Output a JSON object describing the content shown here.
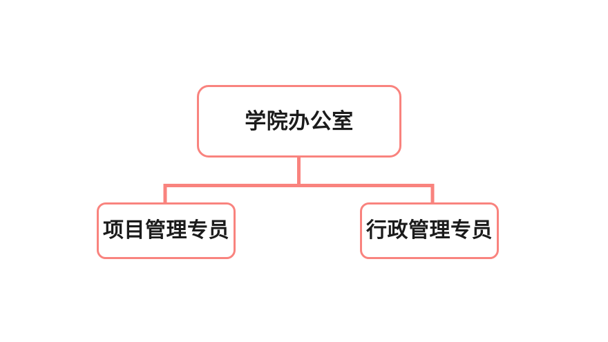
{
  "diagram": {
    "type": "org-chart",
    "title": "",
    "background_color": "#ffffff",
    "node_border_color": "#f9837e",
    "node_fill_color": "#ffffff",
    "connector_color": "#f9837e",
    "text_color": "#1b1b1b",
    "root": {
      "label": "学院办公室",
      "children": [
        {
          "label": "项目管理专员"
        },
        {
          "label": "行政管理专员"
        }
      ]
    },
    "nodes": [
      {
        "id": "root",
        "label": "学院办公室",
        "level": 0
      },
      {
        "id": "left",
        "label": "项目管理专员",
        "level": 1
      },
      {
        "id": "right",
        "label": "行政管理专员",
        "level": 1
      }
    ],
    "edges": [
      {
        "from": "root",
        "to": "left"
      },
      {
        "from": "root",
        "to": "right"
      }
    ]
  }
}
